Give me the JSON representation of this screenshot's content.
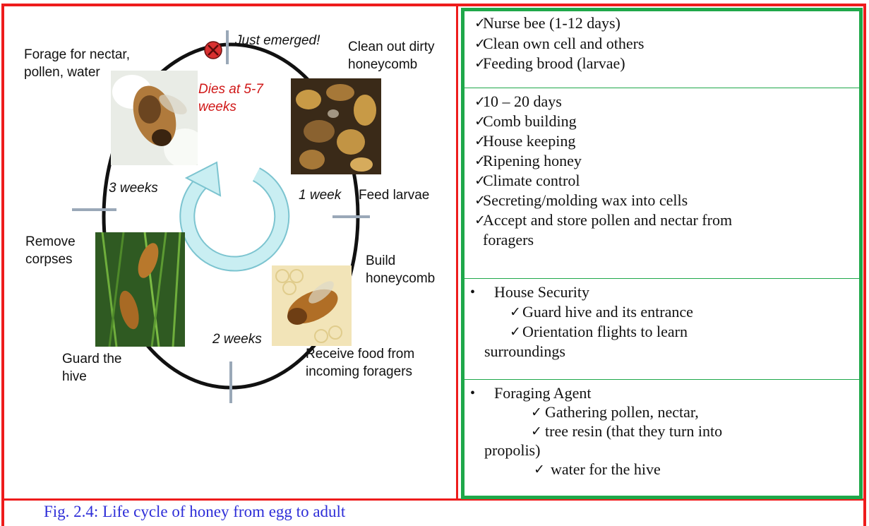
{
  "diagram": {
    "labels": {
      "just_emerged": "Just emerged!",
      "clean_out": "Clean out dirty\nhoneycomb",
      "forage": "Forage for nectar,\npollen, water",
      "dies": "Dies at 5-7\nweeks",
      "week1": "1 week",
      "feed_larvae": "Feed larvae",
      "week3": "3 weeks",
      "remove_corpses": "Remove\ncorpses",
      "build_honeycomb": "Build\nhoneycomb",
      "week2": "2 weeks",
      "guard_hive": "Guard the\nhive",
      "receive_food": "Receive food from\nincoming foragers"
    }
  },
  "panel": {
    "sections": [
      {
        "lines": [
          {
            "icon": "check-icon",
            "text": "Nurse bee (1-12 days)"
          },
          {
            "icon": "check-icon",
            "text": "Clean own cell and others"
          },
          {
            "icon": "check-icon",
            "text": "Feeding brood (larvae)"
          }
        ]
      },
      {
        "lines": [
          {
            "icon": "check-icon",
            "text": "10 – 20 days"
          },
          {
            "icon": "check-icon",
            "text": "Comb building"
          },
          {
            "icon": "check-icon",
            "text": "House keeping"
          },
          {
            "icon": "check-icon",
            "text": "Ripening honey"
          },
          {
            "icon": "check-icon",
            "text": "Climate control"
          },
          {
            "icon": "check-icon",
            "text": "Secreting/molding wax into cells"
          },
          {
            "icon": "check-icon",
            "text": "Accept and store pollen and nectar from"
          },
          {
            "icon": "",
            "text": "foragers"
          }
        ]
      },
      {
        "lines": [
          {
            "icon": "bullet-icon",
            "text": "House Security"
          },
          {
            "icon": "check-icon",
            "text": "Guard hive and its entrance"
          },
          {
            "icon": "check-icon",
            "text": "Orientation flights to learn"
          },
          {
            "icon": "",
            "text": "surroundings"
          }
        ]
      },
      {
        "lines": [
          {
            "icon": "bullet-icon",
            "text": "Foraging Agent"
          },
          {
            "icon": "check-icon",
            "text": "Gathering pollen, nectar,"
          },
          {
            "icon": "check-icon",
            "text": "tree resin (that they turn into"
          },
          {
            "icon": "",
            "text": "propolis)"
          },
          {
            "icon": "check-icon",
            "text": "water for the hive"
          }
        ]
      }
    ]
  },
  "caption": "Fig. 2.4: Life cycle of honey from egg to adult",
  "colors": {
    "frame": "#ee1c1c",
    "panel_border": "#1fa84a",
    "caption": "#2e2ed8",
    "dies_text": "#d01818",
    "arrow": "#c9eef2",
    "arrow_stroke": "#7cc4d0"
  }
}
